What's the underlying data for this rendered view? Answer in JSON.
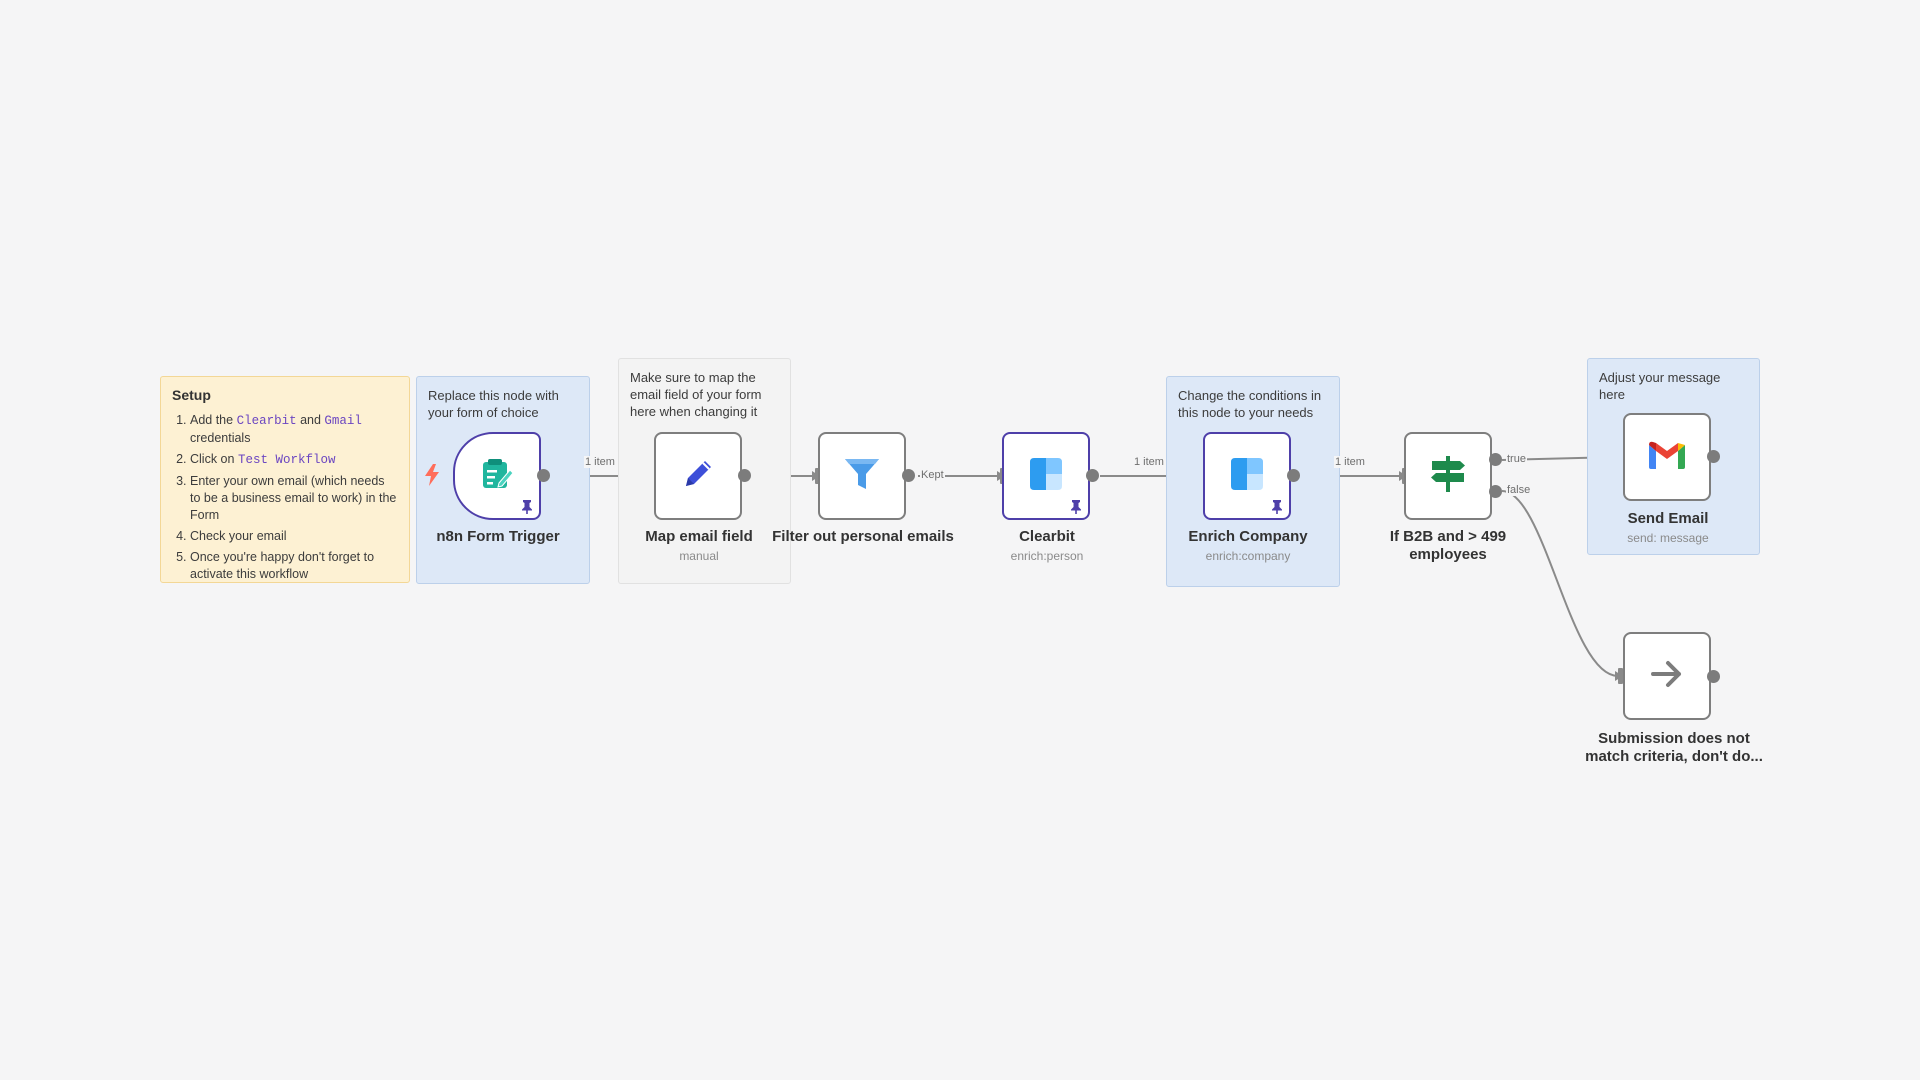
{
  "notes": {
    "setup": {
      "title": "Setup",
      "steps": [
        {
          "pre": "Add the ",
          "code1": "Clearbit",
          "mid": " and ",
          "code2": "Gmail",
          "post": " credentials"
        },
        {
          "pre": "Click on ",
          "code1": "Test Workflow"
        },
        {
          "pre": "Enter your own email (which needs to be a business email to work) in the Form"
        },
        {
          "pre": "Check your email"
        },
        {
          "pre": "Once you're happy don't forget to activate this workflow"
        }
      ]
    },
    "replace_form": "Replace this node with your form of choice",
    "map_email": "Make sure to map the email field of your form here when changing it",
    "change_conditions": "Change the conditions in this node to your needs",
    "adjust_message": "Adjust your message here"
  },
  "nodes": {
    "form_trigger": {
      "label": "n8n Form Trigger",
      "icon": "form-icon"
    },
    "map_email": {
      "label": "Map email field",
      "sub": "manual",
      "icon": "pencil-icon"
    },
    "filter": {
      "label": "Filter out personal emails",
      "icon": "filter-icon"
    },
    "clearbit": {
      "label": "Clearbit",
      "sub": "enrich:person",
      "icon": "clearbit-icon"
    },
    "enrich_company": {
      "label": "Enrich Company",
      "sub": "enrich:company",
      "icon": "clearbit-icon"
    },
    "if_b2b": {
      "label": "If B2B and > 499 employees",
      "icon": "signpost-icon"
    },
    "send_email": {
      "label": "Send Email",
      "sub": "send: message",
      "icon": "gmail-icon"
    },
    "noop": {
      "label": "Submission does not match criteria, don't do...",
      "icon": "arrow-right-icon"
    }
  },
  "edges": {
    "trigger_to_map": "1 item",
    "filter_to_clearbit": "Kept",
    "clearbit_to_enrich": "1 item",
    "enrich_to_if": "1 item",
    "if_true": "true",
    "if_false": "false"
  },
  "colors": {
    "pinned_border": "#4e3fa9",
    "trigger_bolt": "#ff6d5a",
    "clearbit_blue": "#2d9cf0",
    "filter_blue": "#4a9be8",
    "pencil_blue": "#3d4fd9",
    "if_green": "#1e8a4c"
  }
}
